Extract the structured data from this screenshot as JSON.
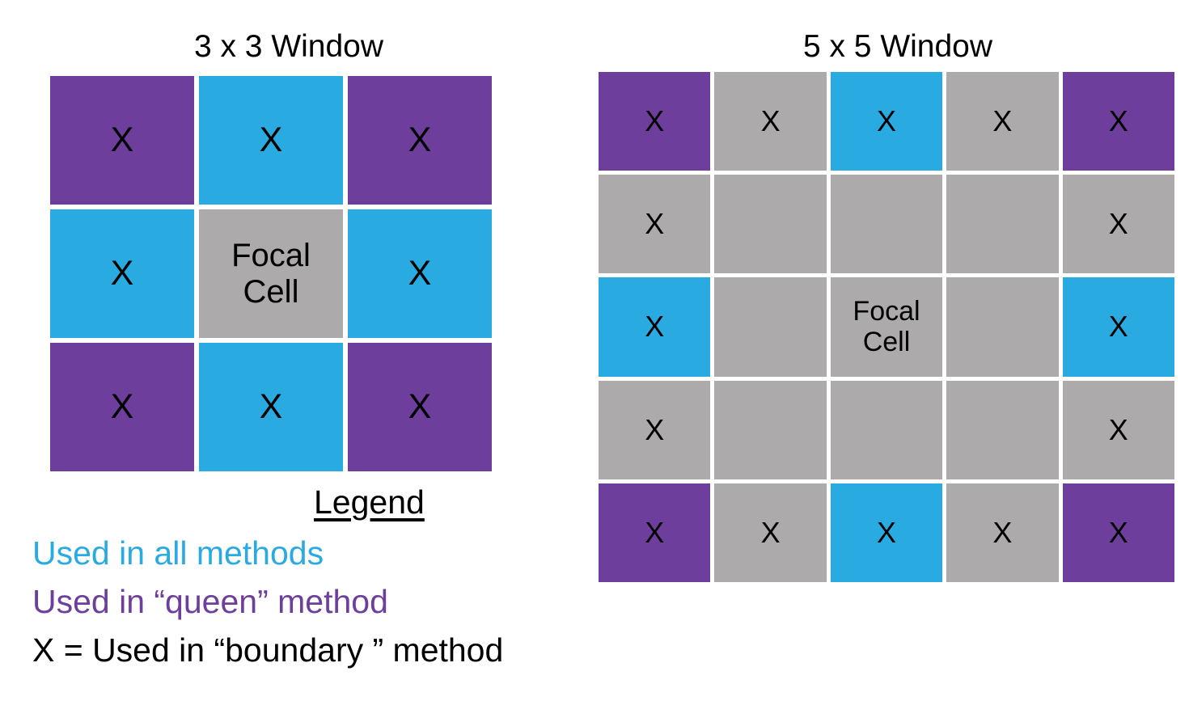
{
  "colors": {
    "blue": "#29ABE2",
    "purple": "#6E3E9C",
    "gray": "#ACAAAA",
    "background": "#FFFFFF",
    "text": "#000000"
  },
  "panels": [
    {
      "id": "3x3",
      "title": "3 x 3 Window",
      "rows": 3,
      "cols": 3,
      "cells": [
        {
          "color": "purple",
          "text": "X"
        },
        {
          "color": "blue",
          "text": "X"
        },
        {
          "color": "purple",
          "text": "X"
        },
        {
          "color": "blue",
          "text": "X"
        },
        {
          "color": "gray",
          "text": "Focal\nCell",
          "focal": true
        },
        {
          "color": "blue",
          "text": "X"
        },
        {
          "color": "purple",
          "text": "X"
        },
        {
          "color": "blue",
          "text": "X"
        },
        {
          "color": "purple",
          "text": "X"
        }
      ]
    },
    {
      "id": "5x5",
      "title": "5 x 5 Window",
      "rows": 5,
      "cols": 5,
      "cells": [
        {
          "color": "purple",
          "text": "X"
        },
        {
          "color": "gray",
          "text": "X"
        },
        {
          "color": "blue",
          "text": "X"
        },
        {
          "color": "gray",
          "text": "X"
        },
        {
          "color": "purple",
          "text": "X"
        },
        {
          "color": "gray",
          "text": "X"
        },
        {
          "color": "gray",
          "text": ""
        },
        {
          "color": "gray",
          "text": ""
        },
        {
          "color": "gray",
          "text": ""
        },
        {
          "color": "gray",
          "text": "X"
        },
        {
          "color": "blue",
          "text": "X"
        },
        {
          "color": "gray",
          "text": ""
        },
        {
          "color": "gray",
          "text": "Focal\nCell",
          "focal": true
        },
        {
          "color": "gray",
          "text": ""
        },
        {
          "color": "blue",
          "text": "X"
        },
        {
          "color": "gray",
          "text": "X"
        },
        {
          "color": "gray",
          "text": ""
        },
        {
          "color": "gray",
          "text": ""
        },
        {
          "color": "gray",
          "text": ""
        },
        {
          "color": "gray",
          "text": "X"
        },
        {
          "color": "purple",
          "text": "X"
        },
        {
          "color": "gray",
          "text": "X"
        },
        {
          "color": "blue",
          "text": "X"
        },
        {
          "color": "gray",
          "text": "X"
        },
        {
          "color": "purple",
          "text": "X"
        }
      ]
    }
  ],
  "legend": {
    "heading": "Legend",
    "entries": [
      {
        "text": "Used in all methods",
        "color": "#29ABE2"
      },
      {
        "text": "Used in “queen” method",
        "color": "#6E3E9C"
      },
      {
        "text": "X = Used in “boundary ” method",
        "color": "#000000"
      }
    ]
  }
}
